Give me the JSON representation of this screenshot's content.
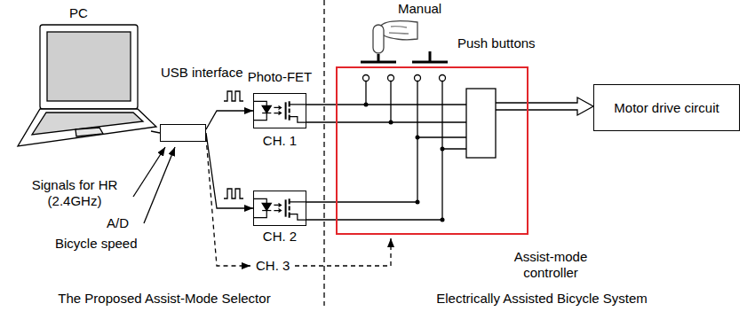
{
  "diagram": {
    "nodes": [
      {
        "text": [
          "USB interface"
        ]
      },
      {
        "text": [
          "Photo-FET",
          "CH. 1"
        ]
      },
      {
        "text": [
          "CH. 2"
        ]
      },
      {
        "text": [
          "Assist-mode controller"
        ]
      },
      {
        "text": [
          "Motor drive circuit"
        ]
      }
    ],
    "edges": [
      {
        "from": 0,
        "to": 1,
        "arrow": "to"
      },
      {
        "from": 0,
        "to": 2,
        "arrow": "to"
      },
      {
        "from": 1,
        "to": 3,
        "arrow": "none"
      },
      {
        "from": 2,
        "to": 3,
        "arrow": "none"
      },
      {
        "from": 3,
        "to": 4,
        "arrow": "to"
      }
    ],
    "labels": [
      "PC",
      "Signals for HR (2.4GHz)",
      "A/D",
      "Bicycle speed",
      "Manual",
      "Push buttons",
      "CH. 3",
      "The Proposed Assist-Mode Selector",
      "Electrically Assisted Bicycle System"
    ]
  }
}
